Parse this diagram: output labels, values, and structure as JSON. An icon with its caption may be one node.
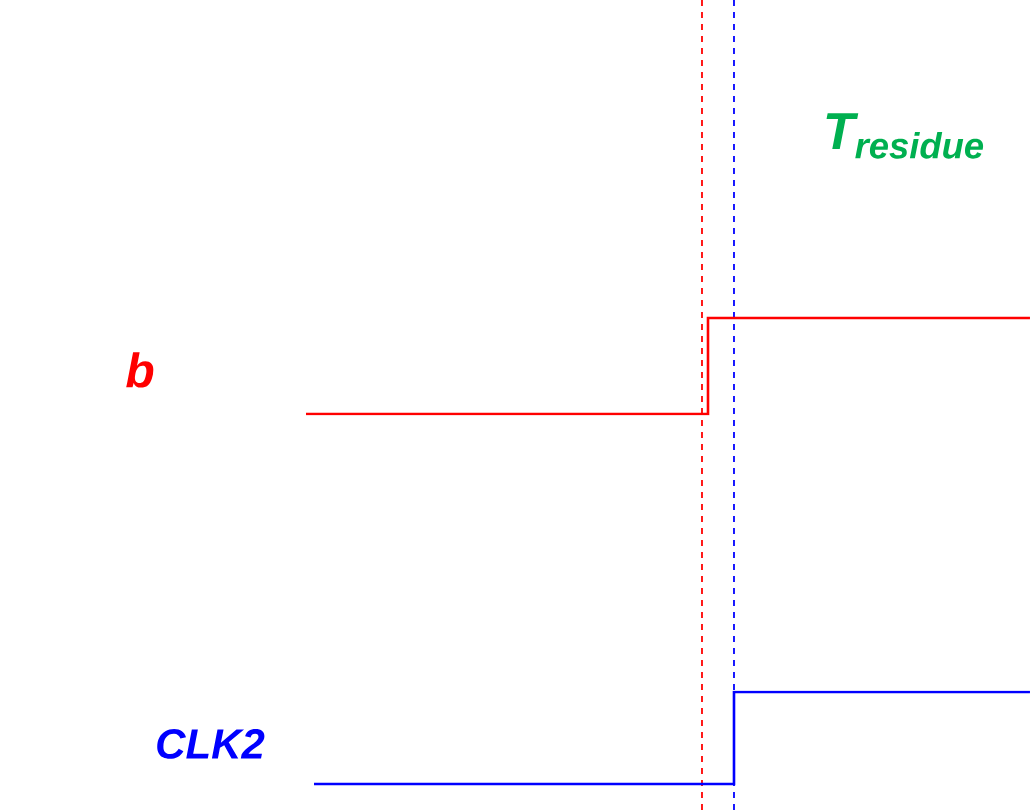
{
  "diagram": {
    "labels": [
      "b",
      "CLK2",
      "T$_{residue}$"
    ]
  }
}
